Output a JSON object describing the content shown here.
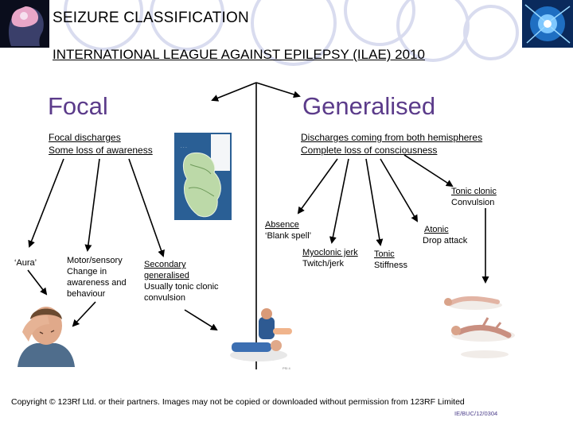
{
  "header": {
    "title": "SEIZURE CLASSIFICATION",
    "subtitle": "INTERNATIONAL LEAGUE AGAINST EPILEPSY (ILAE) 2010"
  },
  "focal": {
    "heading": "Focal",
    "line1": "Focal discharges",
    "line2": "Some loss of awareness",
    "aura": "‘Aura’",
    "motor": [
      "Motor/sensory",
      "Change in",
      "awareness and",
      "behaviour"
    ],
    "secondary": [
      "Secondary",
      "generalised",
      "Usually tonic clonic",
      "convulsion"
    ]
  },
  "generalised": {
    "heading": "Generalised",
    "line1": "Discharges coming from both hemispheres",
    "line2": "Complete loss of consciousness",
    "tonic_clonic": [
      "Tonic clonic",
      "Convulsion"
    ],
    "absence": [
      "Absence",
      "‘Blank spell’"
    ],
    "atonic": [
      "Atonic",
      "Drop attack"
    ],
    "myoclonic": [
      "Myoclonic jerk",
      "Twitch/jerk"
    ],
    "tonic": [
      "Tonic",
      "Stiffness"
    ]
  },
  "footer": {
    "copyright": "Copyright © 123Rf Ltd. or their partners. Images may not be copied or downloaded without permission from 123RF Limited",
    "code": "IE/BUC/12/0304"
  },
  "colors": {
    "heading_purple": "#5b3b8a",
    "ring": "#d9dcef",
    "map_blue": "#1f5f9e"
  }
}
